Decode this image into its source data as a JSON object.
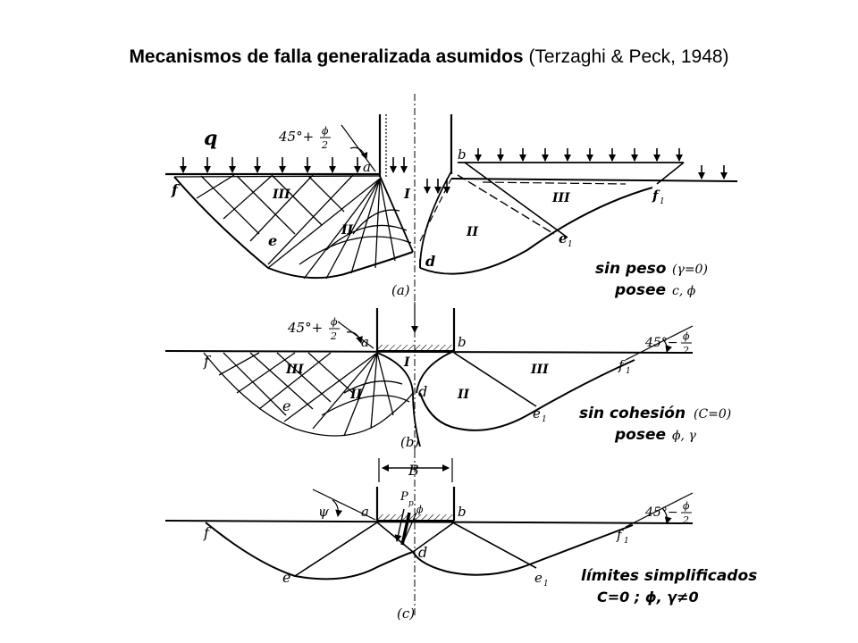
{
  "title": {
    "bold": "Mecanismos de falla generalizada asumidos",
    "rest": " (Terzaghi & Peck, 1948)"
  },
  "figure": {
    "panel_a": {
      "caption": "(a)",
      "load": "q",
      "angle": "45°+",
      "angle_frac_num": "ϕ",
      "angle_frac_den": "2",
      "points": {
        "a": "a",
        "b": "b",
        "d": "d",
        "e": "e",
        "e1": "e",
        "f": "f",
        "f1": "f",
        "sub1": "1",
        "sub1b": "1"
      },
      "zones": {
        "I": "I",
        "II": "II",
        "II_r": "II",
        "III": "III",
        "III_r": "III"
      },
      "note_line1": "sin peso",
      "note_line1_sym": "(γ=0)",
      "note_line2": "posee",
      "note_line2_sym": "c, ϕ"
    },
    "panel_b": {
      "caption": "(b)",
      "angle": "45°+",
      "angle_frac_num": "ϕ",
      "angle_frac_den": "2",
      "angle_r": "45°−",
      "angle_r_num": "ϕ",
      "angle_r_den": "2",
      "points": {
        "a": "a",
        "b": "b",
        "d": "d",
        "e": "e",
        "e1": "e",
        "f": "f",
        "f1": "f",
        "sub1": "1",
        "sub1b": "1"
      },
      "zones": {
        "I": "I",
        "II": "II",
        "II_r": "II",
        "III": "III",
        "III_r": "III"
      },
      "note_line1": "sin cohesión",
      "note_line1_sym": "(C=0)",
      "note_line2": "posee",
      "note_line2_sym": "ϕ, γ"
    },
    "panel_c": {
      "caption": "(c)",
      "width": "B",
      "psi": "ψ",
      "pp": "P",
      "pp_sub": "p",
      "phi": "ϕ",
      "angle_r": "45°−",
      "angle_r_num": "ϕ",
      "angle_r_den": "2",
      "points": {
        "a": "a",
        "b": "b",
        "d": "d",
        "e": "e",
        "e1": "e",
        "f": "f",
        "f1": "f",
        "sub1": "1",
        "sub1b": "1"
      },
      "note_line1": "límites simplificados",
      "note_line2": "C=0 ;  ϕ, γ≠0"
    }
  }
}
